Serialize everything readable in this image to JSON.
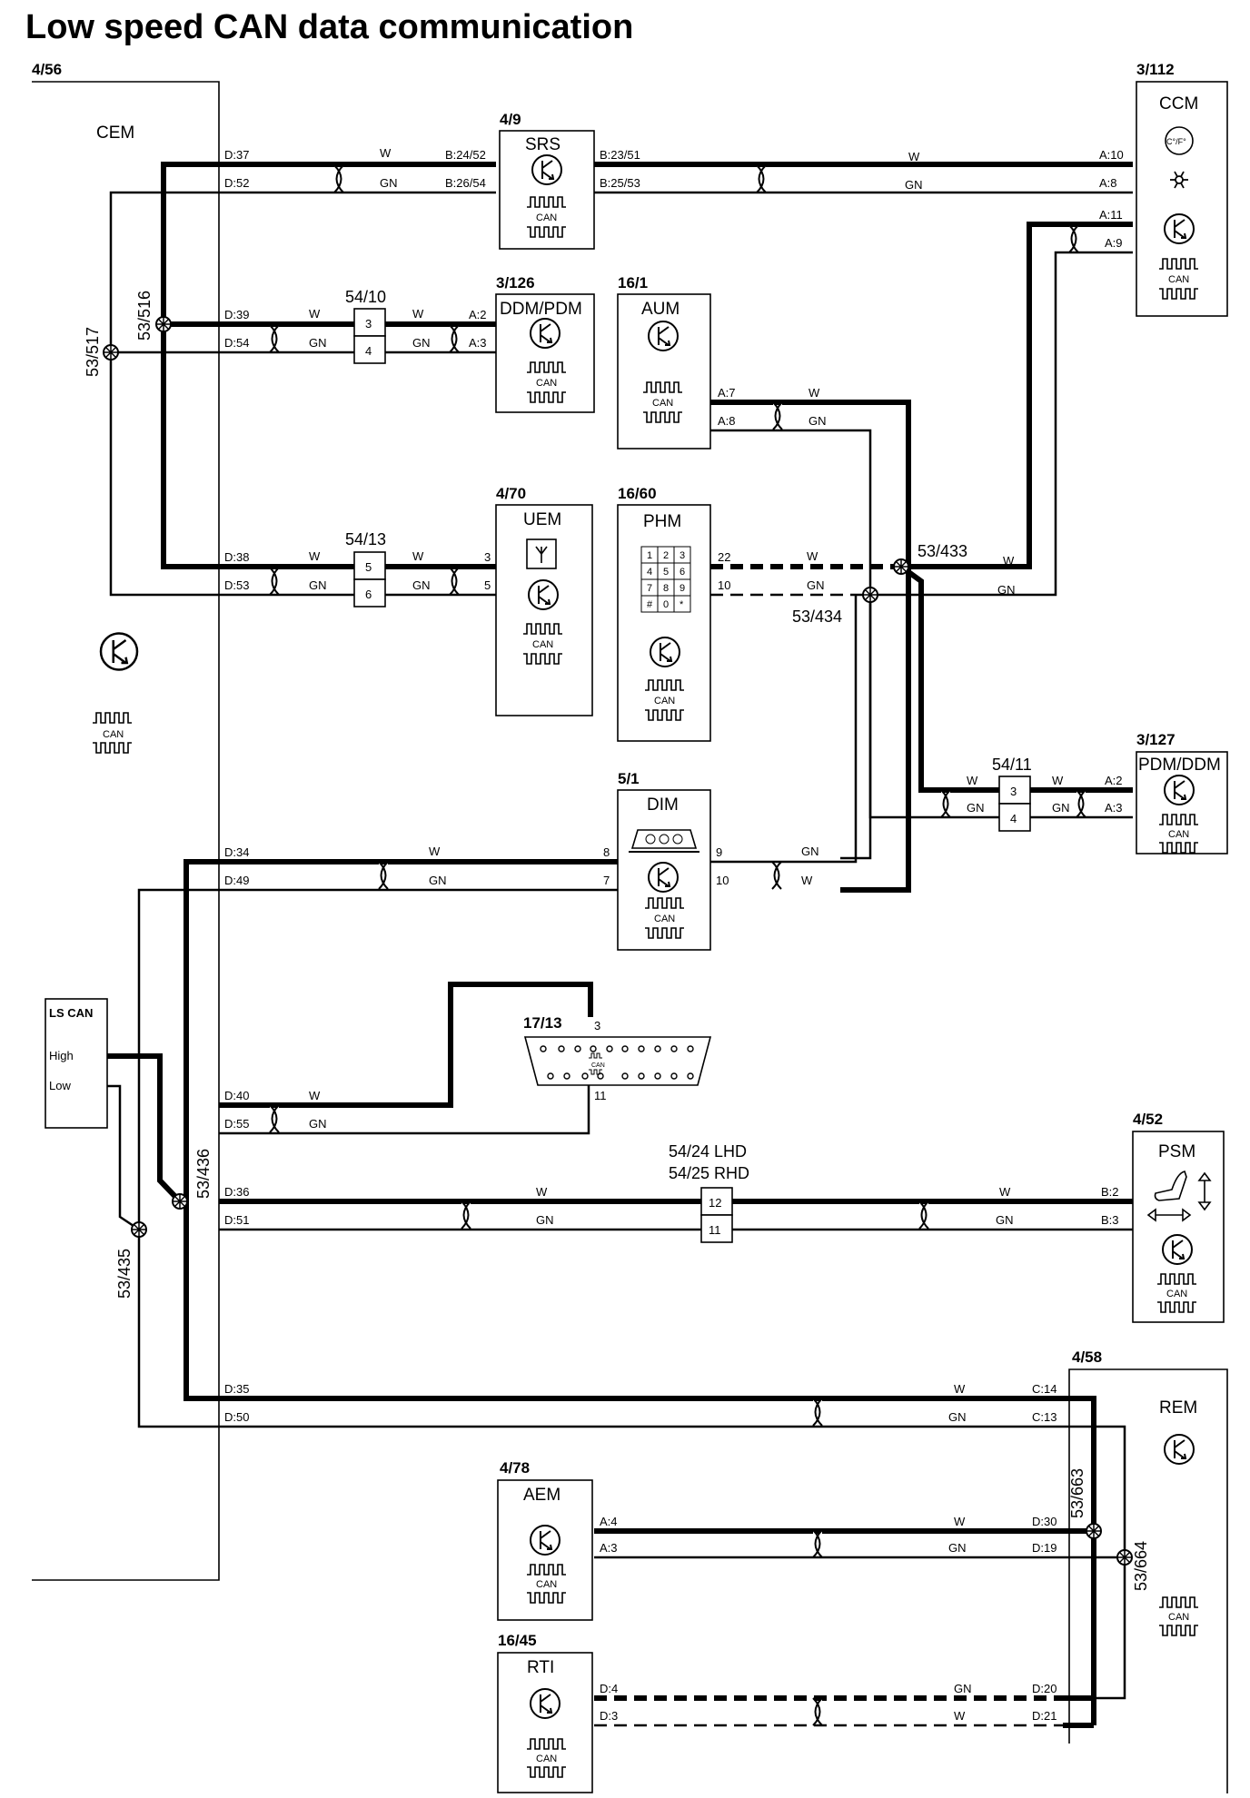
{
  "title": "Low speed CAN data communication",
  "wire_colors": {
    "white": "W",
    "green": "GN"
  },
  "can_label": "CAN",
  "modules": {
    "cem": {
      "ref": "4/56",
      "name": "CEM"
    },
    "srs": {
      "ref": "4/9",
      "name": "SRS"
    },
    "ccm": {
      "ref": "3/112",
      "name": "CCM",
      "temp_icon_text": "C°/F°"
    },
    "ddm_pdm": {
      "ref": "3/126",
      "name": "DDM/PDM"
    },
    "aum": {
      "ref": "16/1",
      "name": "AUM"
    },
    "uem": {
      "ref": "4/70",
      "name": "UEM"
    },
    "phm": {
      "ref": "16/60",
      "name": "PHM",
      "keypad": [
        "1",
        "2",
        "3",
        "4",
        "5",
        "6",
        "7",
        "8",
        "9",
        "#",
        "0",
        "*"
      ]
    },
    "pdm_ddm": {
      "ref": "3/127",
      "name": "PDM/DDM"
    },
    "dim": {
      "ref": "5/1",
      "name": "DIM"
    },
    "dlc": {
      "ref": "17/13"
    },
    "psm": {
      "ref": "4/52",
      "name": "PSM"
    },
    "rem": {
      "ref": "4/58",
      "name": "REM"
    },
    "aem": {
      "ref": "4/78",
      "name": "AEM"
    },
    "rti": {
      "ref": "16/45",
      "name": "RTI"
    },
    "ls_can": {
      "name": "LS CAN",
      "high": "High",
      "low": "Low"
    }
  },
  "connectors": {
    "c5410": {
      "ref": "54/10",
      "pins": [
        "3",
        "4"
      ]
    },
    "c5413": {
      "ref": "54/13",
      "pins": [
        "5",
        "6"
      ]
    },
    "c5411": {
      "ref": "54/11",
      "pins": [
        "3",
        "4"
      ]
    },
    "c5424": {
      "ref_lhd": "54/24 LHD",
      "ref_rhd": "54/25 RHD",
      "pins": [
        "12",
        "11"
      ]
    }
  },
  "splices": [
    "53/516",
    "53/517",
    "53/433",
    "53/434",
    "53/436",
    "53/435",
    "53/663",
    "53/664"
  ],
  "pins": {
    "cem": [
      "D:37",
      "D:52",
      "D:39",
      "D:54",
      "D:38",
      "D:53",
      "D:34",
      "D:49",
      "D:40",
      "D:55",
      "D:36",
      "D:51",
      "D:35",
      "D:50"
    ],
    "srs": [
      "B:24/52",
      "B:26/54",
      "B:23/51",
      "B:25/53"
    ],
    "ccm": [
      "A:10",
      "A:8",
      "A:11",
      "A:9"
    ],
    "ddm_pdm": [
      "A:2",
      "A:3"
    ],
    "aum": [
      "A:7",
      "A:8"
    ],
    "uem": [
      "3",
      "5"
    ],
    "phm": [
      "22",
      "10"
    ],
    "pdm_ddm": [
      "A:2",
      "A:3"
    ],
    "dim": [
      "8",
      "7",
      "9",
      "10"
    ],
    "dlc": [
      "3",
      "11"
    ],
    "psm": [
      "B:2",
      "B:3"
    ],
    "rem": [
      "C:14",
      "C:13",
      "D:30",
      "D:19",
      "D:20",
      "D:21"
    ],
    "aem": [
      "A:4",
      "A:3"
    ],
    "rti": [
      "D:4",
      "D:3"
    ]
  }
}
